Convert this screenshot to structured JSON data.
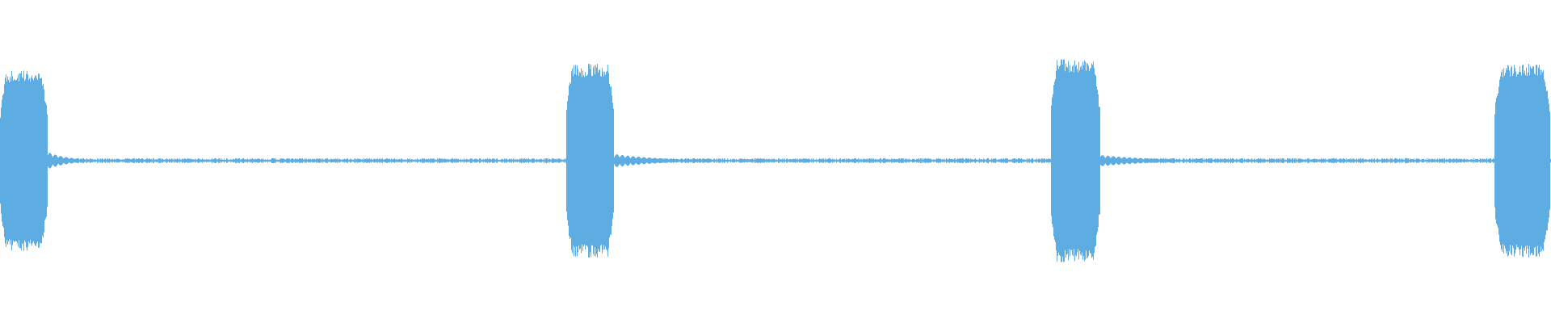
{
  "waveform": {
    "color": "#5dade2",
    "background": "#ffffff",
    "duration_fraction_bursts": [
      {
        "start": 0.0,
        "end": 0.0303,
        "peak": 0.56
      },
      {
        "start": 0.3646,
        "end": 0.3958,
        "peak": 0.6
      },
      {
        "start": 0.6771,
        "end": 0.7089,
        "peak": 0.63
      },
      {
        "start": 0.9635,
        "end": 0.999,
        "peak": 0.6
      }
    ],
    "tail_bursts": [
      {
        "after": 0,
        "level": 0.045,
        "decay": 0.014
      },
      {
        "after": 1,
        "level": 0.035,
        "decay": 0.03
      },
      {
        "after": 2,
        "level": 0.03,
        "decay": 0.035
      }
    ],
    "noise_floor": 0.012
  }
}
